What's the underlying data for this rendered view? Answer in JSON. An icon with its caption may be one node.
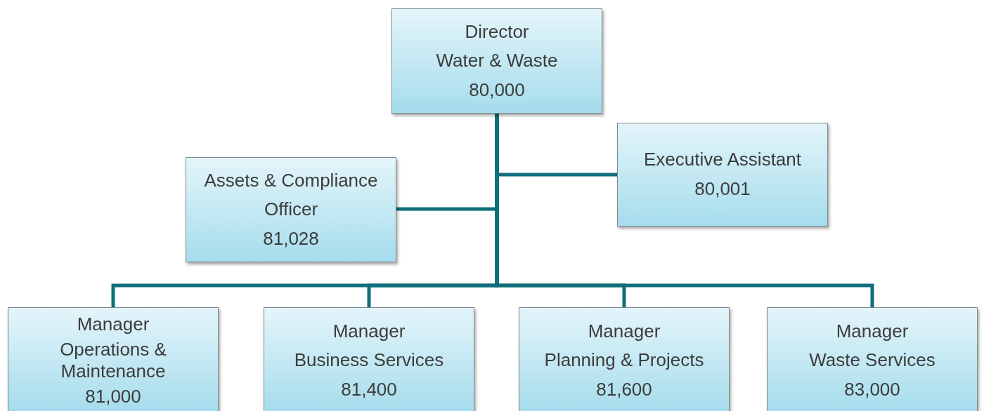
{
  "diagram": {
    "nodes": [
      {
        "text": [
          "Director",
          "Water & Waste",
          "80,000"
        ]
      },
      {
        "text": [
          "Executive Assistant",
          "80,001"
        ]
      },
      {
        "text": [
          "Assets & Compliance Officer",
          "81,028"
        ]
      },
      {
        "text": [
          "Manager",
          "Operations & Maintenance",
          "81,000"
        ]
      },
      {
        "text": [
          "Manager",
          "Business Services",
          "81,400"
        ]
      },
      {
        "text": [
          "Manager",
          "Planning & Projects",
          "81,600"
        ]
      },
      {
        "text": [
          "Manager",
          "Waste Services",
          "83,000"
        ]
      }
    ],
    "edges": [
      {
        "from": 0,
        "to": 1,
        "arrow": "none"
      },
      {
        "from": 0,
        "to": 2,
        "arrow": "none"
      },
      {
        "from": 0,
        "to": 3,
        "arrow": "none"
      },
      {
        "from": 0,
        "to": 4,
        "arrow": "none"
      },
      {
        "from": 0,
        "to": 5,
        "arrow": "none"
      },
      {
        "from": 0,
        "to": 6,
        "arrow": "none"
      }
    ]
  }
}
